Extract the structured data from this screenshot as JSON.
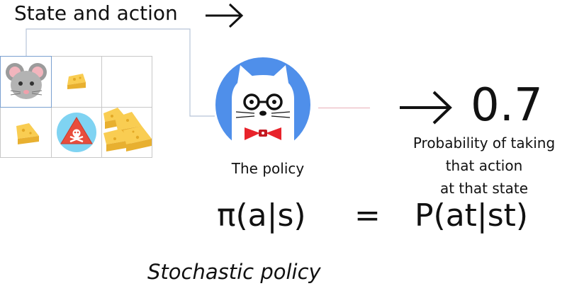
{
  "header": {
    "title": "State and action"
  },
  "grid": {
    "rows": 2,
    "cols": 3,
    "cells": [
      {
        "content": "mouse-icon",
        "highlighted": true
      },
      {
        "content": "cheese-small-icon"
      },
      {
        "content": "empty"
      },
      {
        "content": "cheese-small-icon"
      },
      {
        "content": "poison-icon"
      },
      {
        "content": "cheese-big-icon"
      }
    ]
  },
  "policy": {
    "icon": "policy-cat-icon",
    "label": "The policy"
  },
  "result": {
    "value": "0.7",
    "caption_lines": [
      "Probability of taking",
      "that action",
      "at that state"
    ]
  },
  "formula": {
    "left": "π(a|s)",
    "equals": "=",
    "right": "P(at|st)"
  },
  "footer": {
    "subtitle": "Stochastic policy"
  },
  "colors": {
    "policy_circle": "#4f8fea",
    "bowtie": "#e8232b",
    "poison_circle": "#7fd3f2",
    "poison_triangle": "#e84d3c",
    "cheese": "#f9cd52",
    "mouse": "#a9a9a9"
  }
}
